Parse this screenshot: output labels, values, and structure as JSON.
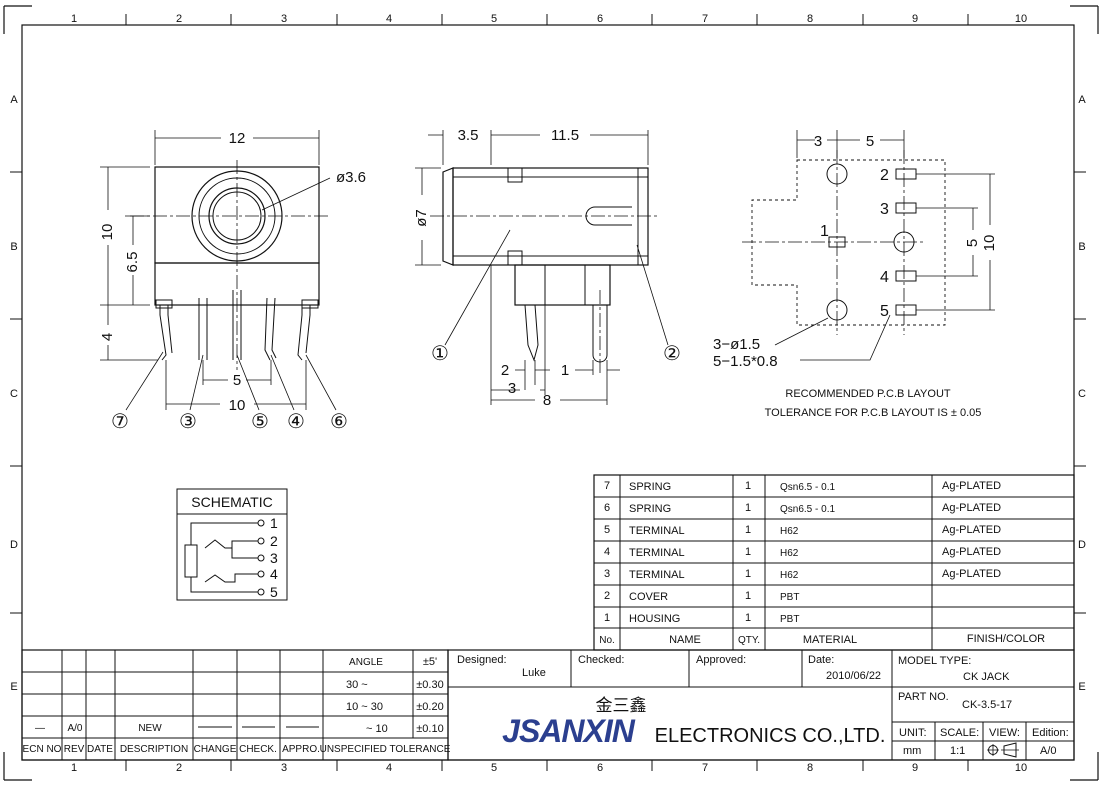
{
  "border": {
    "cols": [
      "1",
      "2",
      "3",
      "4",
      "5",
      "6",
      "7",
      "8",
      "9",
      "10"
    ],
    "rows": [
      "A",
      "B",
      "C",
      "D",
      "E"
    ]
  },
  "front_view": {
    "dim_width": "12",
    "dim_height": "10",
    "dim_center": "6.5",
    "dim_pin_len": "4",
    "dim_hole": "ø3.6",
    "dim_pitch": "5",
    "dim_span": "10",
    "callouts": [
      "⑦",
      "③",
      "⑤",
      "④",
      "⑥"
    ]
  },
  "side_view": {
    "dim_front": "3.5",
    "dim_body": "11.5",
    "dim_dia": "ø7",
    "dim_a": "2",
    "dim_b": "3",
    "dim_c": "1",
    "dim_d": "8",
    "callout_1": "①",
    "callout_2": "②"
  },
  "pcb_layout": {
    "dim_3": "3",
    "dim_5": "5",
    "dim_5v": "5",
    "dim_10v": "10",
    "holes_note": "3−ø1.5",
    "slots_note": "5−1.5*0.8",
    "pin_labels": [
      "1",
      "2",
      "3",
      "4",
      "5"
    ],
    "caption_1": "RECOMMENDED P.C.B LAYOUT",
    "caption_2": "TOLERANCE  FOR  P.C.B  LAYOUT  IS ± 0.05"
  },
  "schematic": {
    "title": "SCHEMATIC",
    "pins": [
      "1",
      "2",
      "3",
      "4",
      "5"
    ]
  },
  "bom": {
    "rows": [
      {
        "no": "7",
        "name": "SPRING",
        "qty": "1",
        "material": "Qsn6.5  - 0.1",
        "finish": "Ag-PLATED"
      },
      {
        "no": "6",
        "name": "SPRING",
        "qty": "1",
        "material": "Qsn6.5  - 0.1",
        "finish": "Ag-PLATED"
      },
      {
        "no": "5",
        "name": "TERMINAL",
        "qty": "1",
        "material": "H62",
        "finish": "Ag-PLATED"
      },
      {
        "no": "4",
        "name": "TERMINAL",
        "qty": "1",
        "material": "H62",
        "finish": "Ag-PLATED"
      },
      {
        "no": "3",
        "name": "TERMINAL",
        "qty": "1",
        "material": "H62",
        "finish": "Ag-PLATED"
      },
      {
        "no": "2",
        "name": "COVER",
        "qty": "1",
        "material": "PBT",
        "finish": ""
      },
      {
        "no": "1",
        "name": "HOUSING",
        "qty": "1",
        "material": "PBT",
        "finish": ""
      }
    ],
    "header": {
      "no": "No.",
      "name": "NAME",
      "qty": "QTY.",
      "material": "MATERIAL",
      "finish": "FINISH/COLOR"
    }
  },
  "revision": {
    "headers": [
      "ECN NO",
      "REV",
      "DATE",
      "DESCRIPTION",
      "CHANGE",
      "CHECK.",
      "APPRO."
    ],
    "row": {
      "ecn": "—",
      "rev": "A/0",
      "desc": "NEW"
    }
  },
  "tolerance": {
    "angle_label": "ANGLE",
    "angle_value": "±5'",
    "rows": [
      {
        "range": "30  ~",
        "tol": "±0.30"
      },
      {
        "range": "10  ~  30",
        "tol": "±0.20"
      },
      {
        "range": "~  10",
        "tol": "±0.10"
      }
    ],
    "footer": "UNSPECIFIED TOLERANCE"
  },
  "title_block": {
    "designed_label": "Designed:",
    "designed_value": "Luke",
    "checked_label": "Checked:",
    "approved_label": "Approved:",
    "date_label": "Date:",
    "date_value": "2010/06/22",
    "model_label": "MODEL TYPE:",
    "model_value": "CK  JACK",
    "part_label": "PART NO.",
    "part_value": "CK-3.5-17",
    "unit_label": "UNIT:",
    "unit_value": "mm",
    "scale_label": "SCALE:",
    "scale_value": "1:1",
    "view_label": "VIEW:",
    "edition_label": "Edition:",
    "edition_value": "A/0",
    "logo_chinese": "金三鑫",
    "logo_brand": "JSANXIN",
    "company": "ELECTRONICS CO.,LTD."
  }
}
